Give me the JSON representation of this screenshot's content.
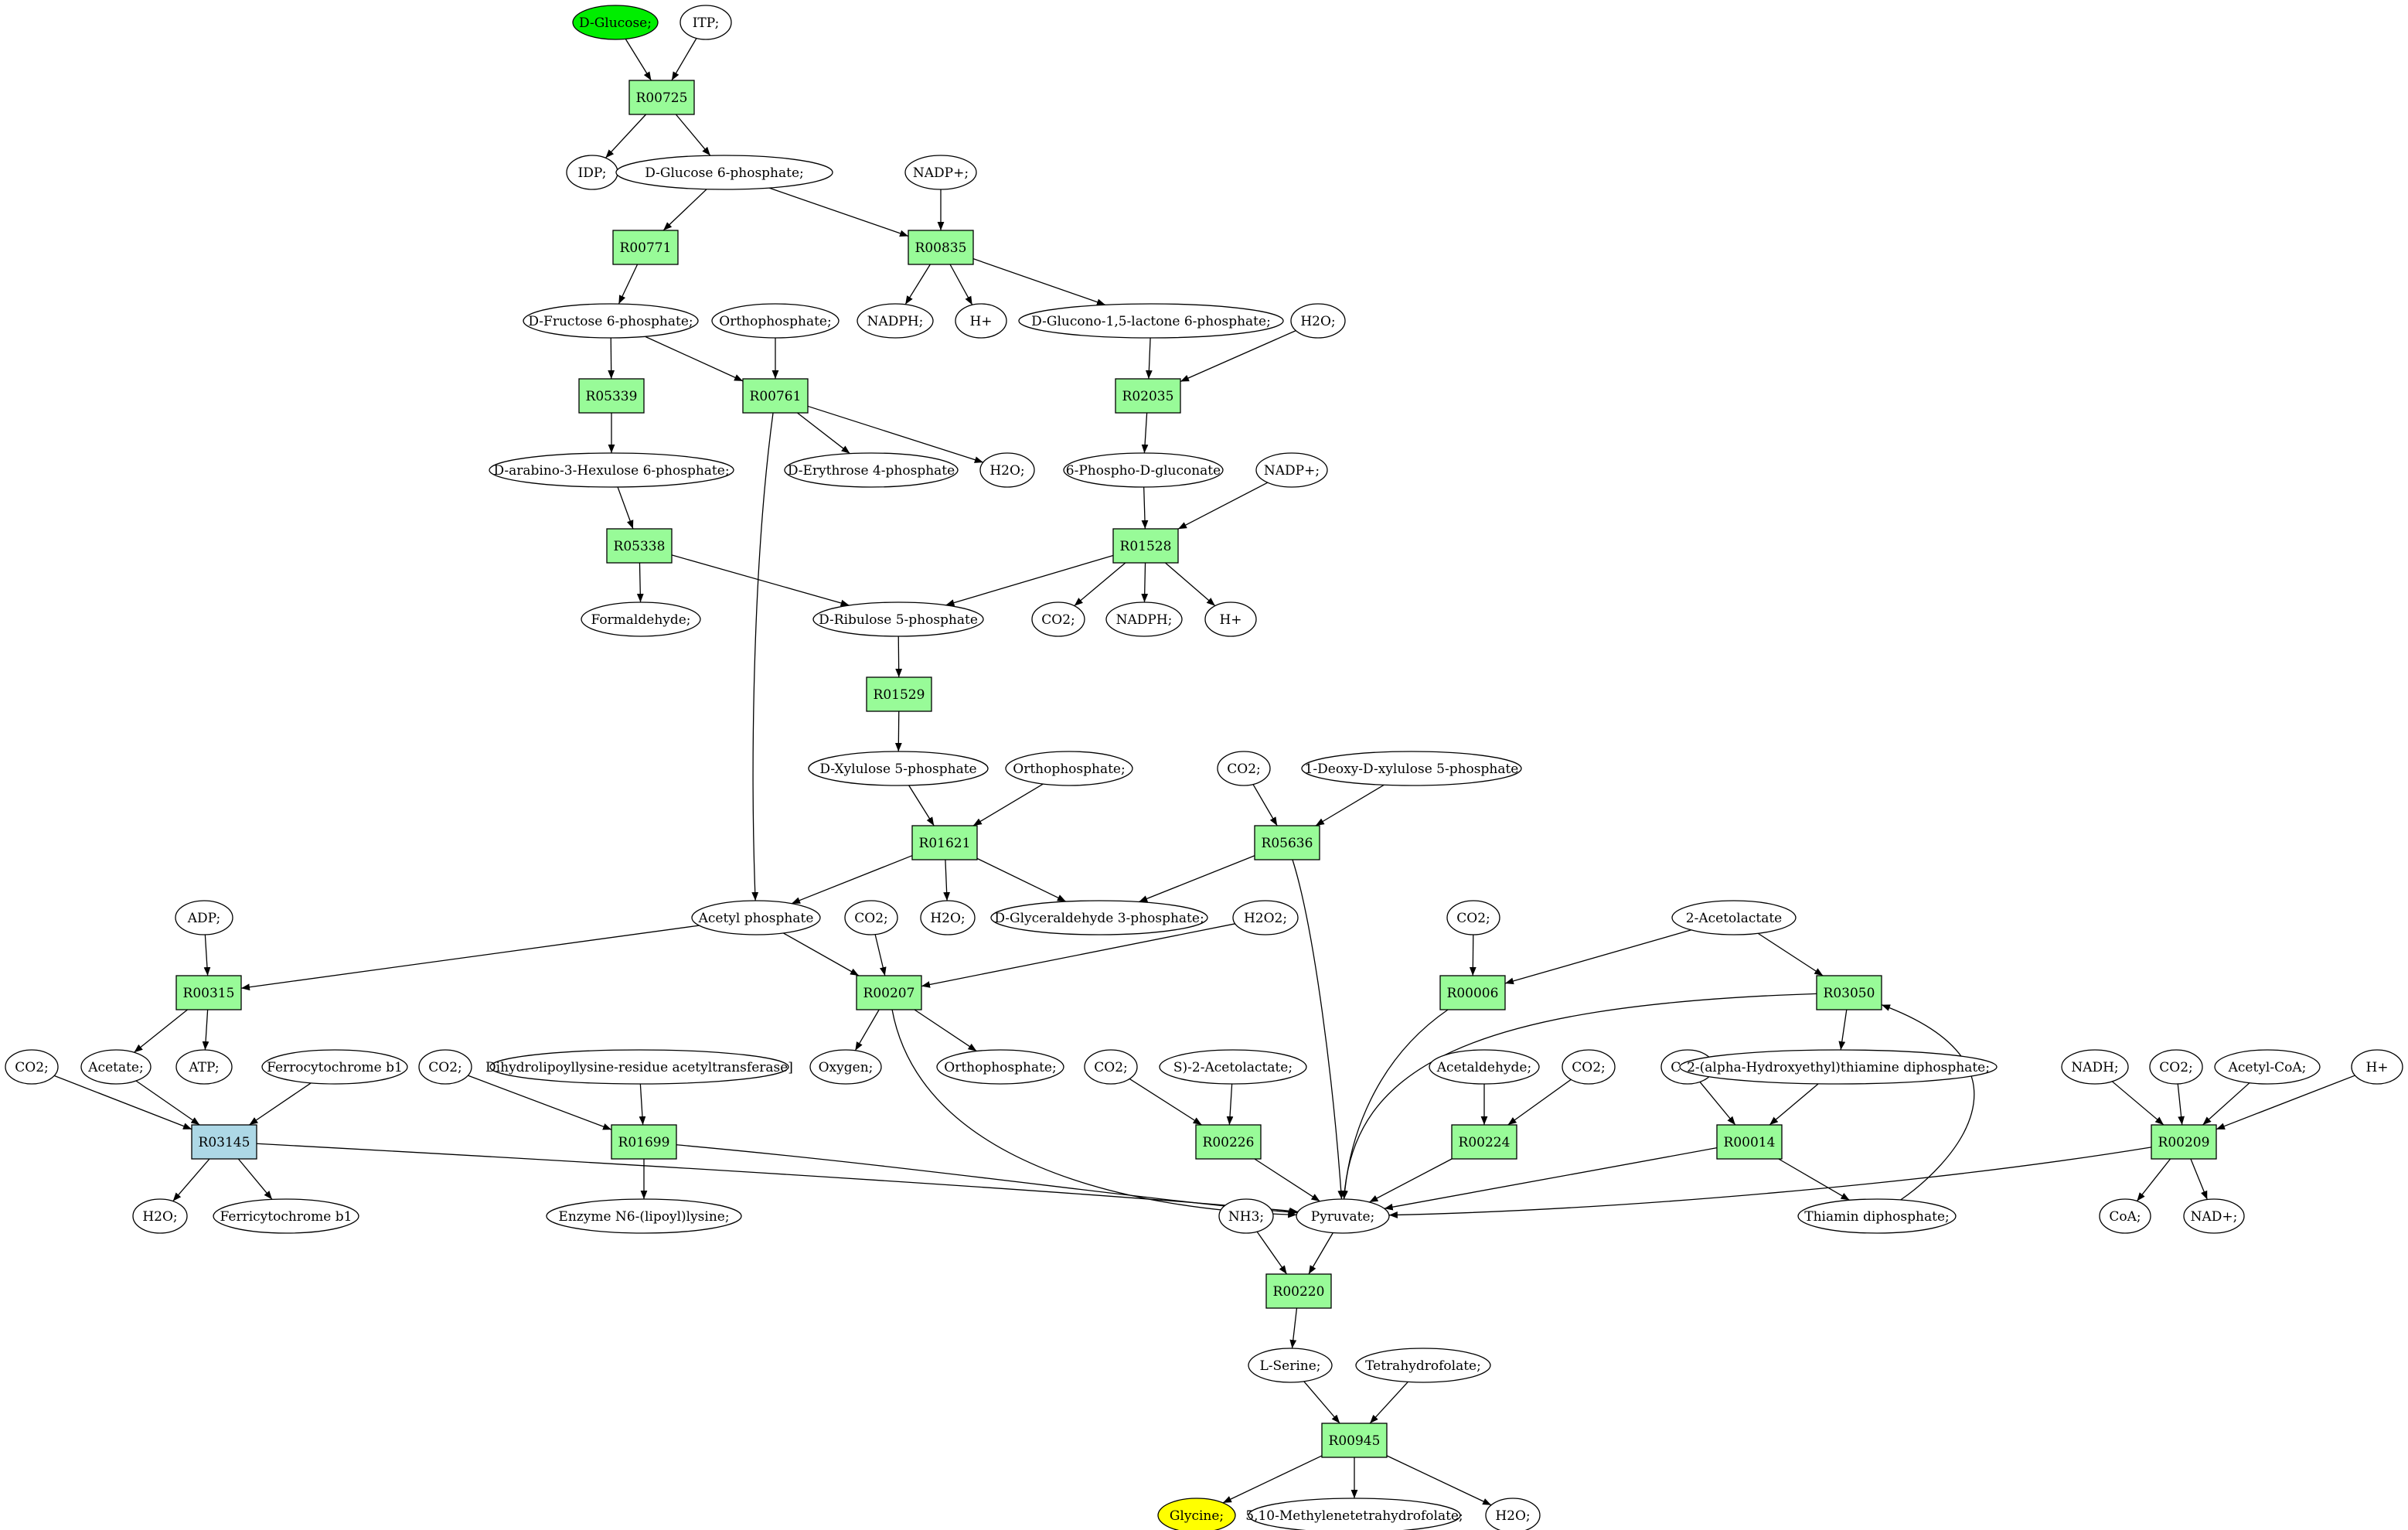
{
  "diagram": {
    "colors": {
      "reaction": "#98fb98",
      "reaction_highlight": "#add8e6",
      "source_compound": "#00ee00",
      "target_compound": "#ffff00",
      "compound": "#ffffff"
    },
    "reactions": [
      {
        "id": "r00725",
        "label": "R00725"
      },
      {
        "id": "r00771",
        "label": "R00771"
      },
      {
        "id": "r00835",
        "label": "R00835"
      },
      {
        "id": "r05339",
        "label": "R05339"
      },
      {
        "id": "r00761",
        "label": "R00761"
      },
      {
        "id": "r02035",
        "label": "R02035"
      },
      {
        "id": "r05338",
        "label": "R05338"
      },
      {
        "id": "r01528",
        "label": "R01528"
      },
      {
        "id": "r01529",
        "label": "R01529"
      },
      {
        "id": "r01621",
        "label": "R01621"
      },
      {
        "id": "r05636",
        "label": "R05636"
      },
      {
        "id": "r00315",
        "label": "R00315"
      },
      {
        "id": "r00207",
        "label": "R00207"
      },
      {
        "id": "r00006",
        "label": "R00006"
      },
      {
        "id": "r03050",
        "label": "R03050"
      },
      {
        "id": "r03145",
        "label": "R03145",
        "highlight": true
      },
      {
        "id": "r01699",
        "label": "R01699"
      },
      {
        "id": "r00226",
        "label": "R00226"
      },
      {
        "id": "r00224",
        "label": "R00224"
      },
      {
        "id": "r00014",
        "label": "R00014"
      },
      {
        "id": "r00209",
        "label": "R00209"
      },
      {
        "id": "r00220",
        "label": "R00220"
      },
      {
        "id": "r00945",
        "label": "R00945"
      }
    ],
    "compounds": [
      {
        "id": "c_glucose",
        "label": "D-Glucose;",
        "role": "source"
      },
      {
        "id": "c_itp",
        "label": "ITP;"
      },
      {
        "id": "c_idp",
        "label": "IDP;"
      },
      {
        "id": "c_g6p",
        "label": "D-Glucose 6-phosphate;"
      },
      {
        "id": "c_nadp1",
        "label": "NADP+;"
      },
      {
        "id": "c_f6p",
        "label": "D-Fructose 6-phosphate;"
      },
      {
        "id": "c_pi1",
        "label": "Orthophosphate;"
      },
      {
        "id": "c_nadph1",
        "label": "NADPH;"
      },
      {
        "id": "c_h1",
        "label": "H+"
      },
      {
        "id": "c_glucono",
        "label": "D-Glucono-1,5-lactone 6-phosphate;"
      },
      {
        "id": "c_h2o1",
        "label": "H2O;"
      },
      {
        "id": "c_hexulose",
        "label": "D-arabino-3-Hexulose 6-phosphate;"
      },
      {
        "id": "c_e4p",
        "label": "D-Erythrose 4-phosphate"
      },
      {
        "id": "c_h2o2",
        "label": "H2O;"
      },
      {
        "id": "c_6pg",
        "label": "6-Phospho-D-gluconate"
      },
      {
        "id": "c_nadp2",
        "label": "NADP+;"
      },
      {
        "id": "c_formaldehyde",
        "label": "Formaldehyde;"
      },
      {
        "id": "c_ru5p",
        "label": "D-Ribulose 5-phosphate"
      },
      {
        "id": "c_co2a",
        "label": "CO2;"
      },
      {
        "id": "c_nadph2",
        "label": "NADPH;"
      },
      {
        "id": "c_h2",
        "label": "H+"
      },
      {
        "id": "c_xu5p",
        "label": "D-Xylulose 5-phosphate"
      },
      {
        "id": "c_pi2",
        "label": "Orthophosphate;"
      },
      {
        "id": "c_co2b",
        "label": "CO2;"
      },
      {
        "id": "c_dxp",
        "label": "1-Deoxy-D-xylulose 5-phosphate"
      },
      {
        "id": "c_adp",
        "label": "ADP;"
      },
      {
        "id": "c_acp",
        "label": "Acetyl phosphate"
      },
      {
        "id": "c_co2c",
        "label": "CO2;"
      },
      {
        "id": "c_h2o3",
        "label": "H2O;"
      },
      {
        "id": "c_g3p",
        "label": "D-Glyceraldehyde 3-phosphate;"
      },
      {
        "id": "c_h2o2x",
        "label": "H2O2;"
      },
      {
        "id": "c_co2d",
        "label": "CO2;"
      },
      {
        "id": "c_acetolactate",
        "label": "2-Acetolactate"
      },
      {
        "id": "c_co2e",
        "label": "CO2;"
      },
      {
        "id": "c_acetate",
        "label": "Acetate;"
      },
      {
        "id": "c_atp",
        "label": "ATP;"
      },
      {
        "id": "c_ferrocyt",
        "label": "Ferrocytochrome b1"
      },
      {
        "id": "c_co2f",
        "label": "CO2;"
      },
      {
        "id": "c_dlat",
        "label": "Dihydrolipoyllysine-residue acetyltransferase]"
      },
      {
        "id": "c_oxygen",
        "label": "Oxygen;"
      },
      {
        "id": "c_pi3",
        "label": "Orthophosphate;"
      },
      {
        "id": "c_co2g",
        "label": "CO2;"
      },
      {
        "id": "c_sacetolactate",
        "label": "S)-2-Acetolactate;"
      },
      {
        "id": "c_acetaldehyde",
        "label": "Acetaldehyde;"
      },
      {
        "id": "c_co2h",
        "label": "CO2;"
      },
      {
        "id": "c_co2i",
        "label": "CO2;"
      },
      {
        "id": "c_hetpp",
        "label": "2-(alpha-Hydroxyethyl)thiamine diphosphate;"
      },
      {
        "id": "c_nadh",
        "label": "NADH;"
      },
      {
        "id": "c_co2j",
        "label": "CO2;"
      },
      {
        "id": "c_acoa",
        "label": "Acetyl-CoA;"
      },
      {
        "id": "c_h3",
        "label": "H+"
      },
      {
        "id": "c_h2o4",
        "label": "H2O;"
      },
      {
        "id": "c_ferricyt",
        "label": "Ferricytochrome b1"
      },
      {
        "id": "c_lipoyl",
        "label": "Enzyme N6-(lipoyl)lysine;"
      },
      {
        "id": "c_nh3",
        "label": "NH3;"
      },
      {
        "id": "c_pyruvate",
        "label": "Pyruvate;"
      },
      {
        "id": "c_tpp",
        "label": "Thiamin diphosphate;"
      },
      {
        "id": "c_coa",
        "label": "CoA;"
      },
      {
        "id": "c_nad",
        "label": "NAD+;"
      },
      {
        "id": "c_serine",
        "label": "L-Serine;"
      },
      {
        "id": "c_thf",
        "label": "Tetrahydrofolate;"
      },
      {
        "id": "c_glycine",
        "label": "Glycine;",
        "role": "target"
      },
      {
        "id": "c_methylene",
        "label": "5,10-Methylenetetrahydrofolate;"
      },
      {
        "id": "c_h2o5",
        "label": "H2O;"
      }
    ]
  }
}
